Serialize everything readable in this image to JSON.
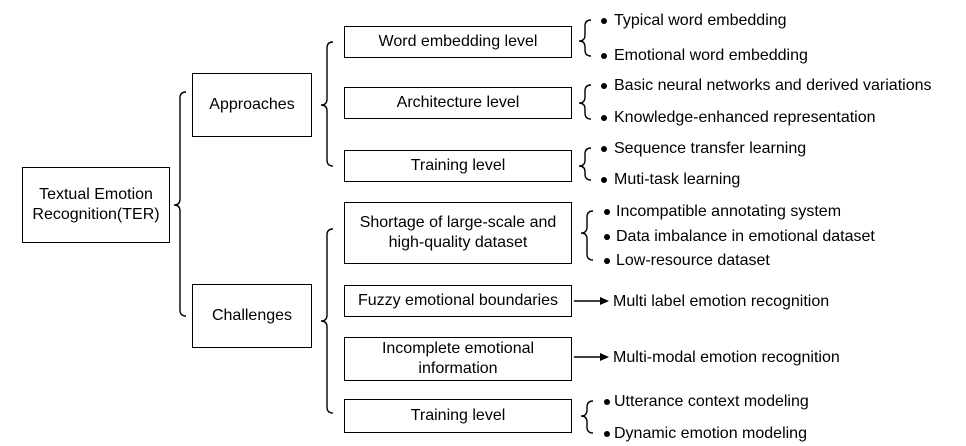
{
  "root": "Textual Emotion\nRecognition(TER)",
  "approaches": {
    "label": "Approaches",
    "children": [
      {
        "label": "Word embedding level",
        "items": [
          "Typical word embedding",
          "Emotional word embedding"
        ]
      },
      {
        "label": "Architecture level",
        "items": [
          "Basic neural networks and derived variations",
          "Knowledge-enhanced representation"
        ]
      },
      {
        "label": "Training level",
        "items": [
          "Sequence transfer learning",
          "Muti-task learning"
        ]
      }
    ]
  },
  "challenges": {
    "label": "Challenges",
    "children": [
      {
        "label": "Shortage of large-scale and\nhigh-quality dataset",
        "items": [
          "Incompatible annotating system",
          "Data imbalance in emotional dataset",
          "Low-resource dataset"
        ]
      },
      {
        "label": "Fuzzy emotional boundaries",
        "arrow_to": "Multi label emotion recognition"
      },
      {
        "label": "Incomplete emotional\ninformation",
        "arrow_to": "Multi-modal emotion recognition"
      },
      {
        "label": "Training level",
        "items": [
          "Utterance context modeling",
          "Dynamic emotion modeling"
        ]
      }
    ]
  }
}
